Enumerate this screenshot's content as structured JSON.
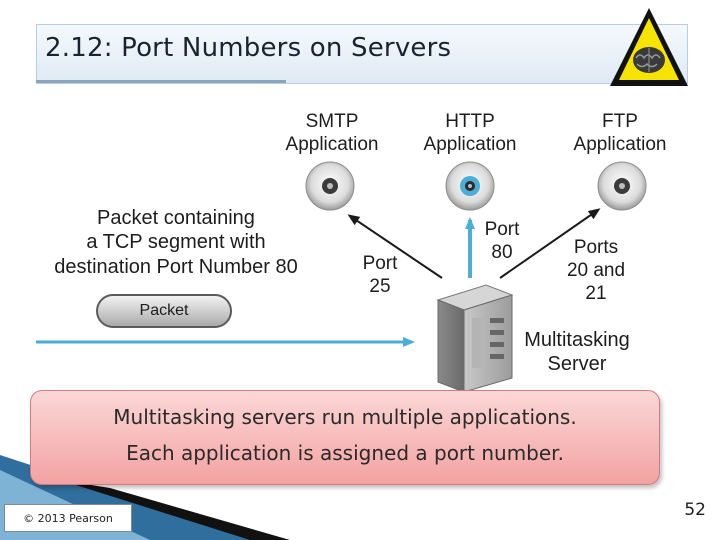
{
  "slide": {
    "title": "2.12: Port Numbers on Servers",
    "page_number": "52",
    "copyright": "© 2013 Pearson"
  },
  "applications": [
    {
      "line1": "SMTP",
      "line2": "Application"
    },
    {
      "line1": "HTTP",
      "line2": "Application"
    },
    {
      "line1": "FTP",
      "line2": "Application"
    }
  ],
  "ports": [
    {
      "line1": "Port",
      "line2": "25"
    },
    {
      "line1": "Port",
      "line2": "80"
    },
    {
      "line1": "Ports",
      "line2": "20 and",
      "line3": "21"
    }
  ],
  "packet": {
    "description_line1": "Packet containing",
    "description_line2": "a TCP segment with",
    "description_line3": "destination Port Number 80",
    "label": "Packet"
  },
  "server": {
    "line1": "Multitasking",
    "line2": "Server"
  },
  "callout": {
    "line1": "Multitasking servers run multiple applications.",
    "line2": "Each application is assigned a port number."
  },
  "icons": {
    "warning": "brain-warning-icon",
    "disc": "disc-icon",
    "server": "server-tower-icon"
  },
  "colors": {
    "arrow": "#4aaed6",
    "callout": "#f3a2a2",
    "warning_yellow": "#f6e400"
  }
}
